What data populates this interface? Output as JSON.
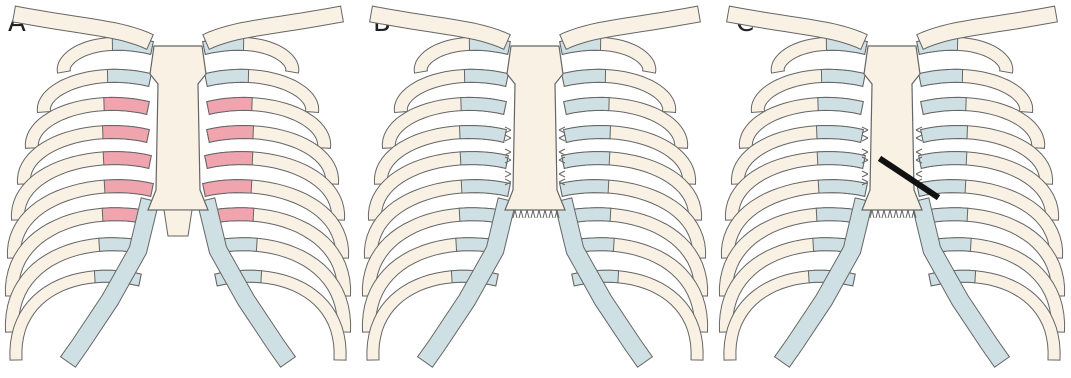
{
  "colors": {
    "bone": "#f8f1e4",
    "cartilage": "#cfe0e4",
    "resected": "#f0a5ae",
    "outline": "#666666",
    "bar": "#111111"
  },
  "panels": [
    {
      "id": "a",
      "label": "A"
    },
    {
      "id": "b",
      "label": "B"
    },
    {
      "id": "c",
      "label": "C"
    }
  ]
}
